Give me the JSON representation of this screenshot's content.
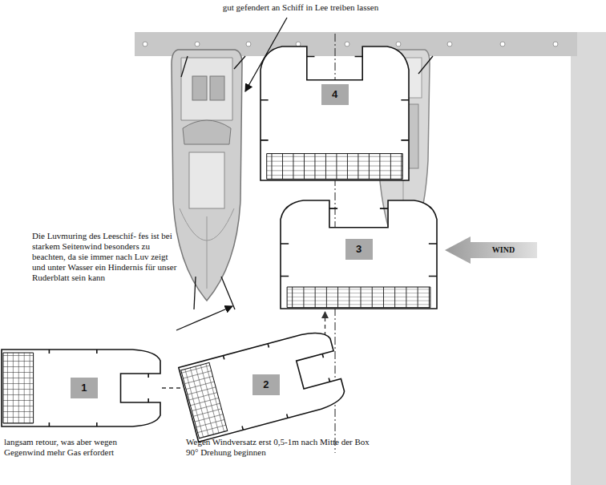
{
  "diagram": {
    "nodes": [
      {
        "text": [
          "1"
        ]
      },
      {
        "text": [
          "2"
        ]
      },
      {
        "text": [
          "3"
        ]
      },
      {
        "text": [
          "4"
        ]
      }
    ],
    "edges": [
      {
        "from": 0,
        "to": 1,
        "arrow": "to"
      },
      {
        "from": 1,
        "to": 2,
        "arrow": "to"
      }
    ],
    "labels": [
      "gut gefendert an Schiff in Lee treiben lassen",
      "Die Luvmuring des Leeschif- fes ist bei starkem Seitenwind besonders zu beachten, da sie immer nach Luv zeigt und unter Wasser ein Hindernis für unser Ruderblatt sein kann",
      "WIND",
      "langsam retour, was aber wegen Gegenwind mehr Gas erfordert",
      "Wegen Windversatz erst 0,5-1m nach Mitte der Box 90° Drehung beginnen"
    ]
  }
}
